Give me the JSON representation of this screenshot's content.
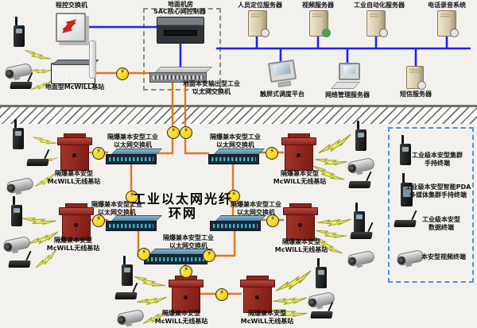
{
  "surface": {
    "pbx_label": "程控交换机",
    "room_label": "地面机房",
    "sac_label": "SAC核心网控制器",
    "ground_switch_label": {
      "l1": "地面本安输出型工业",
      "l2": "以太网交换机"
    },
    "ground_bs_label": "地面型McWiLL基站",
    "servers": [
      {
        "label": "人员定位服务器"
      },
      {
        "label": "视频服务器"
      },
      {
        "label": "工业自动化服务器"
      },
      {
        "label": "电话录音系统"
      }
    ],
    "terminals": [
      {
        "label": "触屏式调度平台"
      },
      {
        "label": "网络管理服务器"
      },
      {
        "label": "短信服务器"
      }
    ]
  },
  "underground": {
    "title": {
      "l1": "工业以太网",
      "l2": "光纤环网"
    },
    "ring_switch_label": {
      "l1": "隔爆兼本安型工业",
      "l2": "以太网交换机"
    },
    "base_station_label": {
      "l1": "隔爆兼本安型",
      "l2": "McWiLL无线基站"
    }
  },
  "legend": {
    "items": [
      {
        "l1": "工业级本安型集群",
        "l2": "手持终端"
      },
      {
        "l1": "工业级本安型智能PDA",
        "l2": "多媒体集群手持终端"
      },
      {
        "l1": "工业级本安型",
        "l2": "数据终端"
      },
      {
        "l1": "本安型视频终端",
        "l2": ""
      }
    ]
  },
  "icons": {
    "explosion": "⚡"
  },
  "colors": {
    "fiber_orange": "#e07818",
    "ethernet_blue": "#2121ef",
    "explosion_yellow": "#f2c400",
    "base_station_red": "#8e2620",
    "switch_teal": "#4a86a2",
    "legend_border_blue": "#5b8fd0"
  }
}
